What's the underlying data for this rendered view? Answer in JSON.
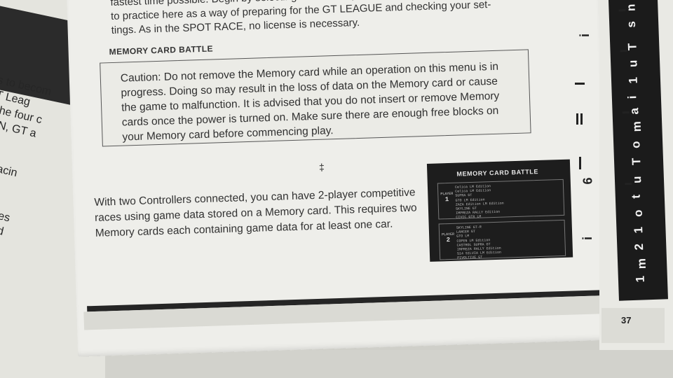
{
  "left_page": {
    "lines_a": [
      "here is to becom",
      "in a GT Leag",
      "aces. The four c",
      "LUBMAN, GT a"
    ],
    "lines_b": [
      "the 'GT Racin"
    ],
    "lines_c": [
      "durance races",
      "train type and"
    ]
  },
  "intro": {
    "lines": [
      "fastest time possible. Begin by selecting the course you wish to run. It's a good idea",
      "to practice here as a way of preparing for the GT LEAGUE and checking your set-",
      "tings. As in the SPOT RACE, no license is necessary."
    ]
  },
  "section": {
    "title": "MEMORY CARD BATTLE"
  },
  "caution": {
    "text": "Caution: Do not remove the Memory card while an operation on this menu is in progress. Doing so may result in the loss of data on the Memory card or cause the game to malfunction. It is advised that you do not insert or remove Memory cards once the power is turned on. Make sure there are enough free blocks on your Memory card before commencing play."
  },
  "body": {
    "text": "With two Controllers connected, you can have 2-player competitive races using game data stored on a Memory card. This requires two Memory cards each containing game data for at least one car."
  },
  "screenshot": {
    "title": "MEMORY CARD BATTLE",
    "player_word": "PLAYER",
    "player1": "1",
    "player2": "2",
    "p1_rows": [
      "Celica LM Edition",
      "Celica LM Edition",
      "SUPRA GT",
      "GTO LM Edition",
      "ZAZA Edition LM Edition",
      "SKYLINE GT",
      "IMPREZA RALLY Edition",
      "CIVIC GTR LM"
    ],
    "p2_rows": [
      "SKYLINE GT-R",
      "LANCER GT",
      "GTO LM",
      "COPEN LM Edition",
      "CASTROL SUPRA GT",
      "IMPREZA RALLY Edition",
      "S14 SILVIA LM Edition",
      "PIVOLTIVE GT"
    ]
  },
  "index_tab": {
    "letters": [
      "n",
      "s",
      "T",
      "u",
      "1",
      "i",
      "a",
      "m",
      "o",
      "T",
      "u",
      "t",
      "o",
      "1",
      "2",
      "m",
      "1",
      "i",
      "6",
      "i"
    ]
  },
  "page_number": "37"
}
